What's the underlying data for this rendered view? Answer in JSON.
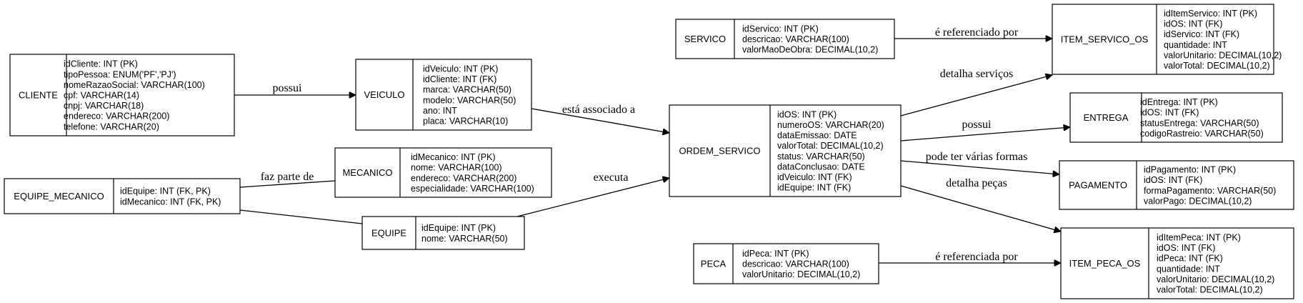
{
  "entities": [
    {
      "id": "CLIENTE",
      "name": "CLIENTE",
      "attrs": [
        "idCliente: INT (PK)",
        "tipoPessoa: ENUM('PF','PJ')",
        "nomeRazaoSocial: VARCHAR(100)",
        "cpf: VARCHAR(14)",
        "cnpj: VARCHAR(18)",
        "endereco: VARCHAR(200)",
        "telefone: VARCHAR(20)"
      ]
    },
    {
      "id": "VEICULO",
      "name": "VEICULO",
      "attrs": [
        "idVeiculo: INT (PK)",
        "idCliente: INT (FK)",
        "marca: VARCHAR(50)",
        "modelo: VARCHAR(50)",
        "ano: INT",
        "placa: VARCHAR(10)"
      ]
    },
    {
      "id": "EQUIPE_MECANICO",
      "name": "EQUIPE_MECANICO",
      "attrs": [
        "idEquipe: INT (FK, PK)",
        "idMecanico: INT (FK, PK)"
      ]
    },
    {
      "id": "MECANICO",
      "name": "MECANICO",
      "attrs": [
        "idMecanico: INT (PK)",
        "nome: VARCHAR(100)",
        "endereco: VARCHAR(200)",
        "especialidade: VARCHAR(100)"
      ]
    },
    {
      "id": "EQUIPE",
      "name": "EQUIPE",
      "attrs": [
        "idEquipe: INT (PK)",
        "nome: VARCHAR(50)"
      ]
    },
    {
      "id": "SERVICO",
      "name": "SERVICO",
      "attrs": [
        "idServico: INT (PK)",
        "descricao: VARCHAR(100)",
        "valorMaoDeObra: DECIMAL(10,2)"
      ]
    },
    {
      "id": "ORDEM_SERVICO",
      "name": "ORDEM_SERVICO",
      "attrs": [
        "idOS: INT (PK)",
        "numeroOS: VARCHAR(20)",
        "dataEmissao: DATE",
        "valorTotal: DECIMAL(10,2)",
        "status: VARCHAR(50)",
        "dataConclusao: DATE",
        "idVeiculo: INT (FK)",
        "idEquipe: INT (FK)"
      ]
    },
    {
      "id": "PECA",
      "name": "PECA",
      "attrs": [
        "idPeca: INT (PK)",
        "descricao: VARCHAR(100)",
        "valorUnitario: DECIMAL(10,2)"
      ]
    },
    {
      "id": "ITEM_SERVICO_OS",
      "name": "ITEM_SERVICO_OS",
      "attrs": [
        "idItemServico: INT (PK)",
        "idOS: INT (FK)",
        "idServico: INT (FK)",
        "quantidade: INT",
        "valorUnitario: DECIMAL(10,2)",
        "valorTotal: DECIMAL(10,2)"
      ]
    },
    {
      "id": "ENTREGA",
      "name": "ENTREGA",
      "attrs": [
        "idEntrega: INT (PK)",
        "idOS: INT (FK)",
        "statusEntrega: VARCHAR(50)",
        "codigoRastreio: VARCHAR(50)"
      ]
    },
    {
      "id": "PAGAMENTO",
      "name": "PAGAMENTO",
      "attrs": [
        "idPagamento: INT (PK)",
        "idOS: INT (FK)",
        "formaPagamento: VARCHAR(50)",
        "valorPago: DECIMAL(10,2)"
      ]
    },
    {
      "id": "ITEM_PECA_OS",
      "name": "ITEM_PECA_OS",
      "attrs": [
        "idItemPeca: INT (PK)",
        "idOS: INT (FK)",
        "idPeca: INT (FK)",
        "quantidade: INT",
        "valorUnitario: DECIMAL(10,2)",
        "valorTotal: DECIMAL(10,2)"
      ]
    }
  ],
  "edges": [
    {
      "from": "CLIENTE",
      "to": "VEICULO",
      "label": "possui",
      "arrow": true
    },
    {
      "from": "VEICULO",
      "to": "ORDEM_SERVICO",
      "label": "está associado a",
      "arrow": true
    },
    {
      "from": "EQUIPE_MECANICO",
      "to": "MECANICO",
      "label": "faz parte de",
      "arrow": false
    },
    {
      "from": "EQUIPE_MECANICO",
      "to": "EQUIPE",
      "label": "",
      "arrow": false
    },
    {
      "from": "EQUIPE",
      "to": "ORDEM_SERVICO",
      "label": "executa",
      "arrow": true
    },
    {
      "from": "SERVICO",
      "to": "ITEM_SERVICO_OS",
      "label": "é referenciado por",
      "arrow": true
    },
    {
      "from": "ORDEM_SERVICO",
      "to": "ITEM_SERVICO_OS",
      "label": "detalha serviços",
      "arrow": true
    },
    {
      "from": "ORDEM_SERVICO",
      "to": "ENTREGA",
      "label": "possui",
      "arrow": true
    },
    {
      "from": "ORDEM_SERVICO",
      "to": "PAGAMENTO",
      "label": "pode ter várias formas",
      "arrow": true
    },
    {
      "from": "ORDEM_SERVICO",
      "to": "ITEM_PECA_OS",
      "label": "detalha peças",
      "arrow": true
    },
    {
      "from": "PECA",
      "to": "ITEM_PECA_OS",
      "label": "é referenciada por",
      "arrow": true
    }
  ]
}
